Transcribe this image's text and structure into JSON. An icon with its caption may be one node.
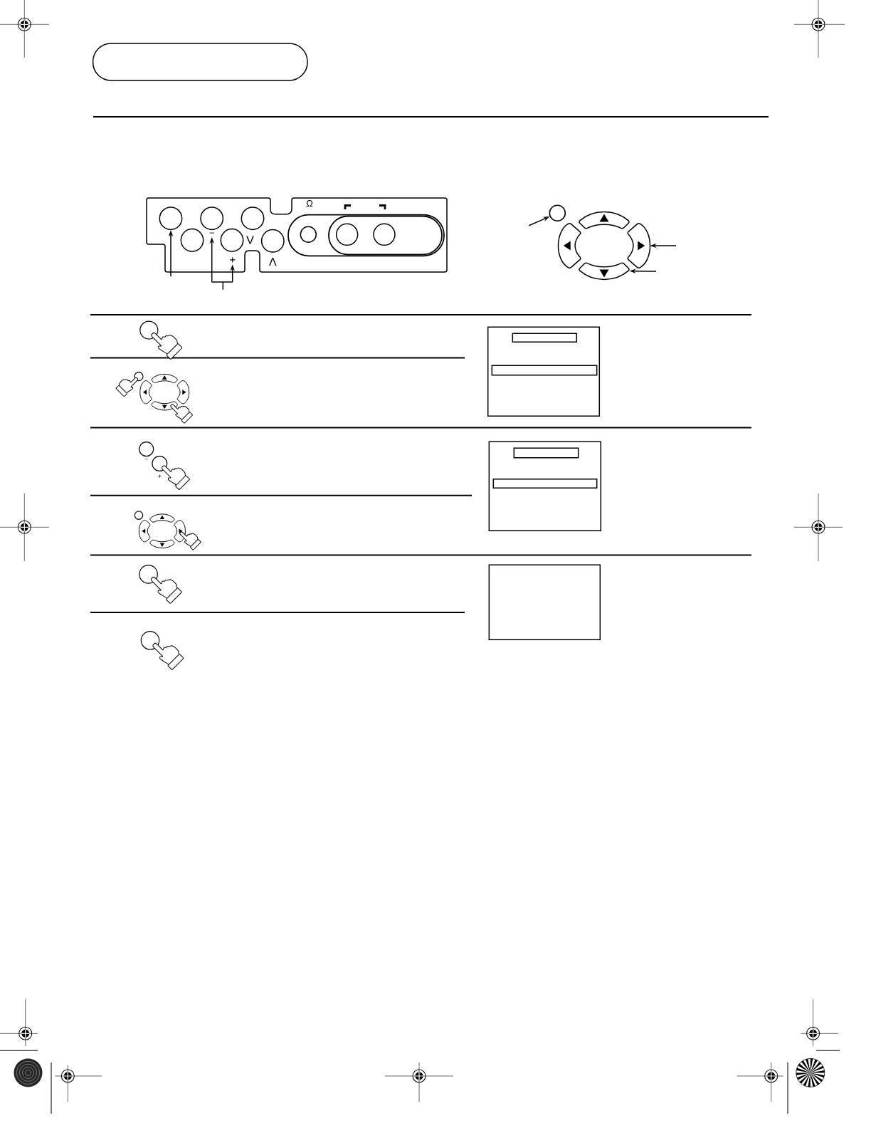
{
  "diagram": {
    "nodes": [
      {
        "text": [],
        "shape": "circle"
      },
      {
        "text": [],
        "shape": "circle"
      },
      {
        "text": [],
        "shape": "circle"
      },
      {
        "text": [
          "−"
        ]
      },
      {
        "text": [],
        "shape": "circle"
      },
      {
        "text": [
          "+"
        ]
      },
      {
        "text": [],
        "shape": "circle"
      },
      {
        "text": [],
        "shape": "circle"
      },
      {
        "text": [],
        "shape": "circle"
      },
      {
        "text": [],
        "shape": "circle"
      },
      {
        "text": [],
        "shape": "circle"
      },
      {
        "text": [],
        "shape": "circle"
      },
      {
        "text": [],
        "shape": "key"
      },
      {
        "text": [],
        "shape": "key"
      },
      {
        "text": [],
        "shape": "key"
      },
      {
        "text": [],
        "shape": "key"
      }
    ],
    "edges": [
      {
        "from": null,
        "to": 0,
        "arrow": "to"
      },
      {
        "from": null,
        "to": 3,
        "arrow": "to"
      },
      {
        "from": null,
        "to": 5,
        "arrow": "to"
      },
      {
        "from": null,
        "to": 11,
        "arrow": "to"
      },
      {
        "from": null,
        "to": 14,
        "arrow": "to"
      },
      {
        "from": null,
        "to": 15,
        "arrow": "to"
      }
    ],
    "labels": [
      "V",
      "Λ",
      "Ω",
      "−",
      "+"
    ]
  }
}
